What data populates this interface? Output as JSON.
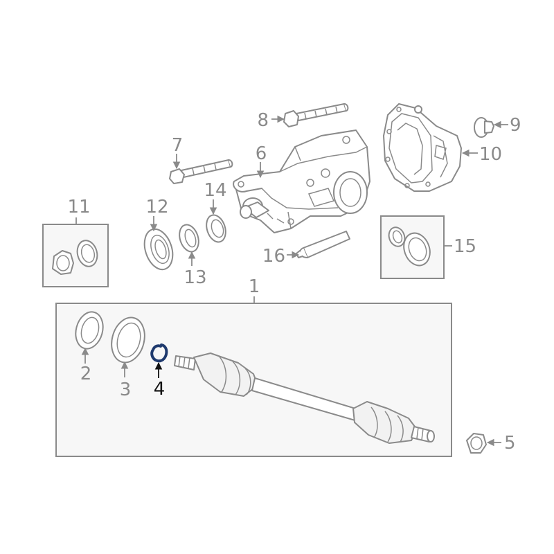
{
  "callouts": {
    "c1": "1",
    "c2": "2",
    "c3": "3",
    "c4": "4",
    "c5": "5",
    "c6": "6",
    "c7": "7",
    "c8": "8",
    "c9": "9",
    "c10": "10",
    "c11": "11",
    "c12": "12",
    "c13": "13",
    "c14": "14",
    "c15": "15",
    "c16": "16"
  },
  "highlighted_callout": "4",
  "colors": {
    "line": "#8a8a8a",
    "highlight": "#111111",
    "highlight_part": "#1f3a6e",
    "box_fill": "#f7f7f7",
    "background": "#ffffff"
  }
}
